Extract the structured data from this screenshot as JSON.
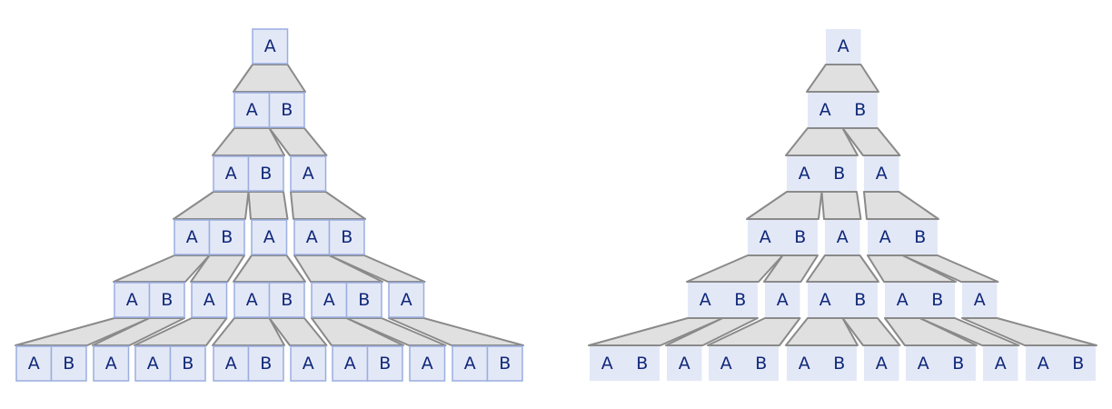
{
  "rules": {
    "A": "AB",
    "B": "A"
  },
  "colors": {
    "cell_fill": "#e3e8f7",
    "cell_border": "#9aaee0",
    "text": "#10287a",
    "connector_fill": "#e0e0e0",
    "connector_stroke": "#8a8a8a"
  },
  "diagrams": [
    {
      "name": "bordered",
      "cell_borders": true,
      "rows": [
        [
          "A"
        ],
        [
          "AB"
        ],
        [
          "AB",
          "A"
        ],
        [
          "AB",
          "A",
          "AB"
        ],
        [
          "AB",
          "A",
          "AB",
          "AB",
          "A"
        ],
        [
          "AB",
          "A",
          "AB",
          "AB",
          "A",
          "AB",
          "A",
          "AB"
        ]
      ]
    },
    {
      "name": "borderless",
      "cell_borders": false,
      "rows": [
        [
          "A"
        ],
        [
          "AB"
        ],
        [
          "AB",
          "A"
        ],
        [
          "AB",
          "A",
          "AB"
        ],
        [
          "AB",
          "A",
          "AB",
          "AB",
          "A"
        ],
        [
          "AB",
          "A",
          "AB",
          "AB",
          "A",
          "AB",
          "A",
          "AB"
        ]
      ]
    }
  ]
}
